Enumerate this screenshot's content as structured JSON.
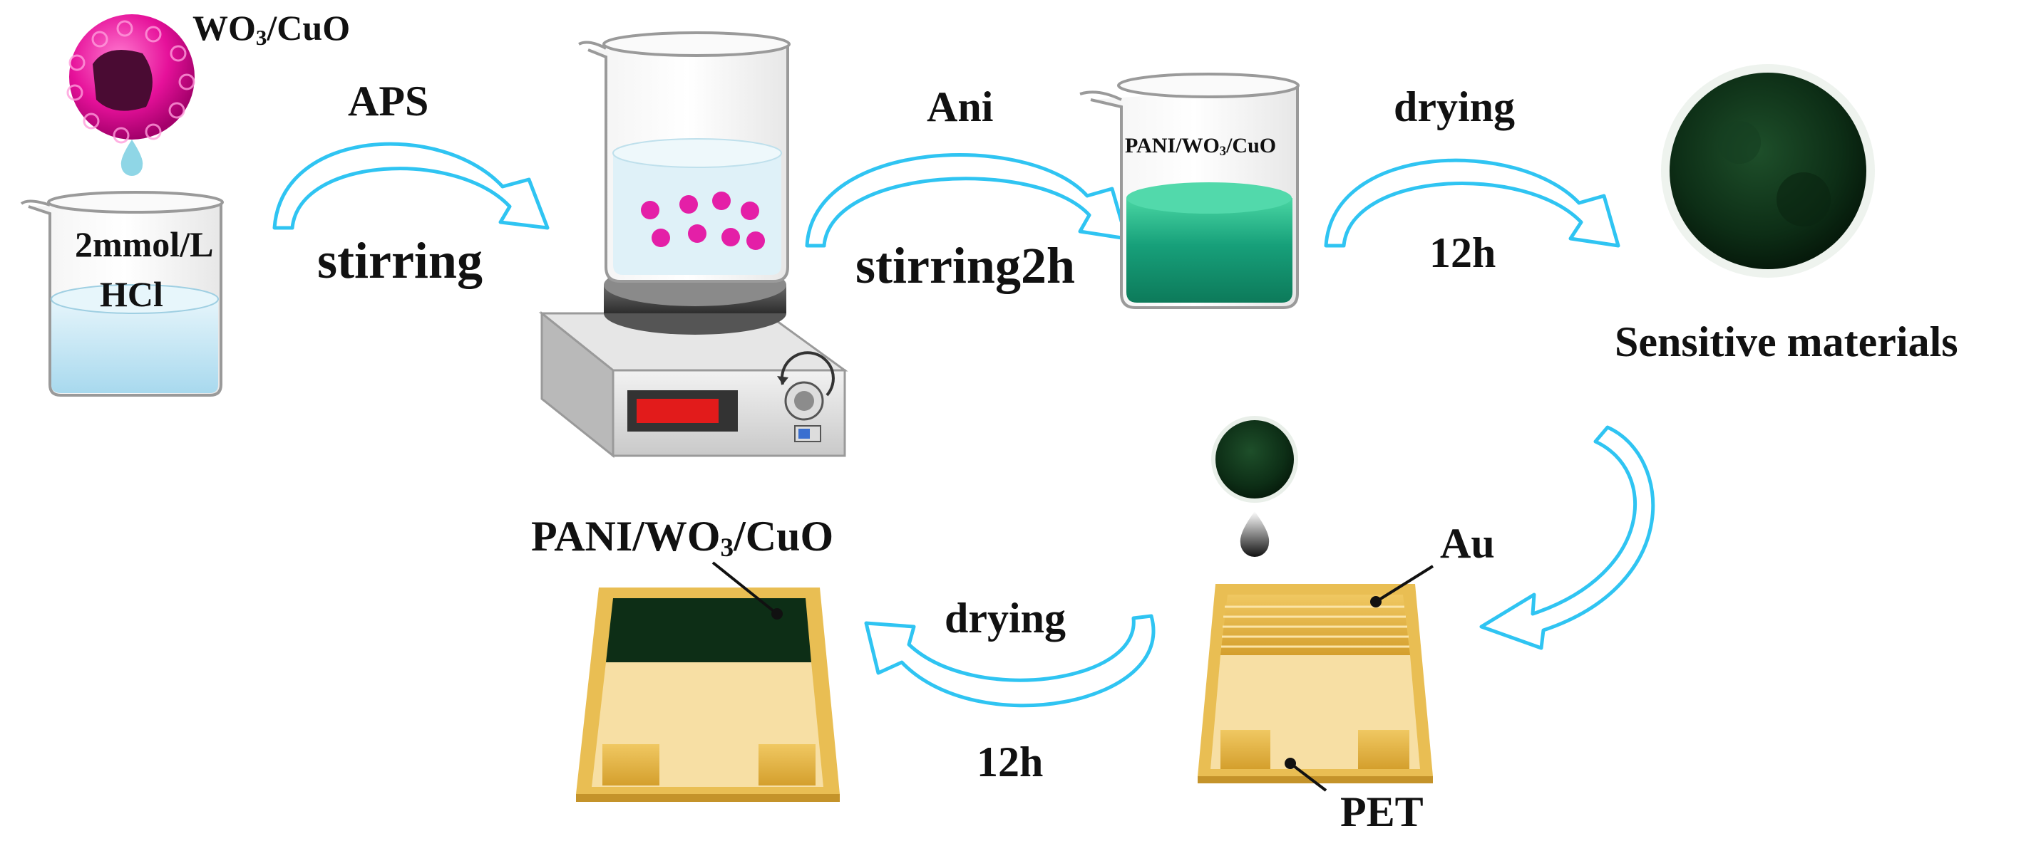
{
  "labels": {
    "wo3_cuo": {
      "pre": "WO",
      "sub": "3",
      "post": "/CuO"
    },
    "hcl_conc": "2mmol/L",
    "hcl": "HCl",
    "aps": "APS",
    "stirring": "stirring",
    "ani": "Ani",
    "stirring_2h": "stirring2h",
    "beaker_label": {
      "pre": "PANI/WO",
      "sub": "3",
      "post": "/CuO"
    },
    "drying_top": "drying",
    "time_top": "12h",
    "sensitive_materials": "Sensitive materials",
    "film_label": {
      "pre": "PANI/WO",
      "sub": "3",
      "post": "/CuO"
    },
    "au": "Au",
    "pet": "PET",
    "drying_bottom": "drying",
    "time_bottom": "12h"
  },
  "colors": {
    "arrow_outline": "#2fc4f2",
    "sphere_pink": "#e6119a",
    "droplet_blue": "#8fd6e6",
    "acid_blue": "#bfe5f3",
    "green_solution": "#17a07a",
    "dark_green_powder": "#0d2e16",
    "electrode_gold": "#e4b640",
    "substrate_cream": "#f7dfa4",
    "stirrer_display": "#e21b1b"
  },
  "icons": [
    "nanosphere-icon",
    "droplet-icon",
    "beaker-icon",
    "magnetic-stirrer-icon",
    "powder-dish-icon",
    "interdigital-electrode-icon",
    "curved-arrow-icon"
  ]
}
